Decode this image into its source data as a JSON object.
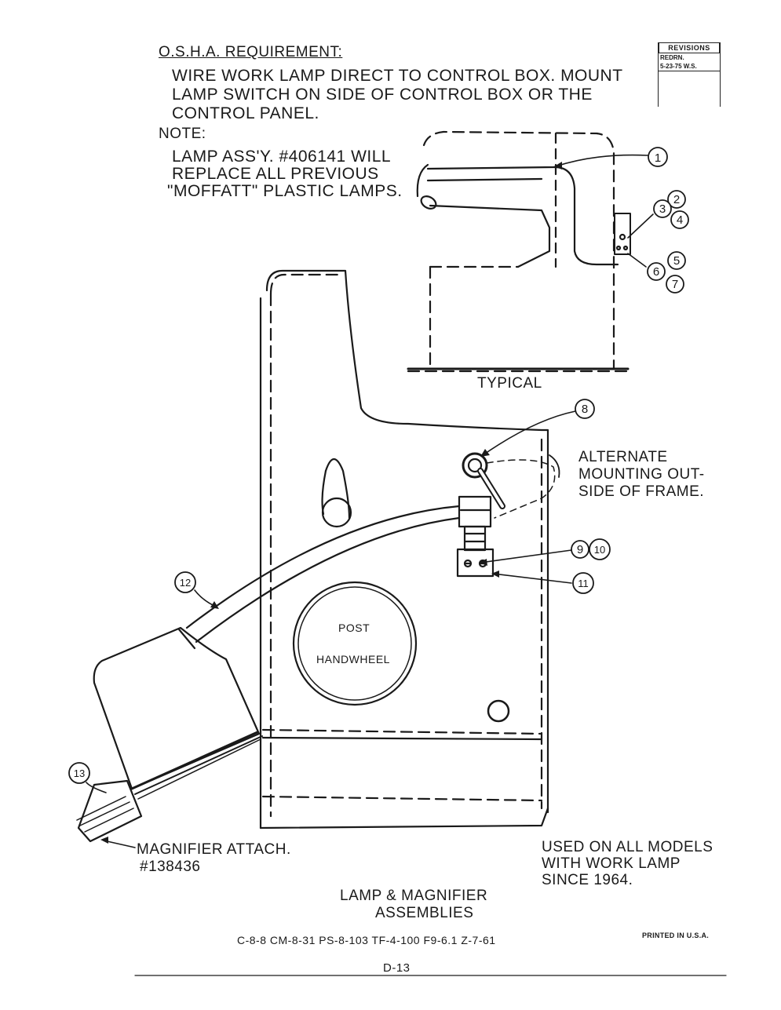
{
  "osha": {
    "heading": "O.S.H.A. REQUIREMENT:",
    "line1": "WIRE WORK LAMP DIRECT TO CONTROL BOX. MOUNT",
    "line2": "LAMP SWITCH ON SIDE OF CONTROL BOX OR THE",
    "line3": "CONTROL PANEL."
  },
  "note": {
    "heading": "NOTE:",
    "line1": "LAMP ASS'Y. #406141 WILL",
    "line2": "REPLACE ALL PREVIOUS",
    "line3": "\"MOFFATT\" PLASTIC LAMPS."
  },
  "revisions": {
    "header": "REVISIONS",
    "line1": "REDRN.",
    "line2": "5-23-75 W.S."
  },
  "labels": {
    "typical": "TYPICAL",
    "alternate1": "ALTERNATE",
    "alternate2": "MOUNTING OUT-",
    "alternate3": "SIDE OF FRAME.",
    "post": "POST",
    "handwheel": "HANDWHEEL",
    "magnifier1": "MAGNIFIER ATTACH.",
    "magnifier2": "#138436",
    "used1": "USED ON ALL MODELS",
    "used2": "WITH WORK LAMP",
    "used3": "SINCE 1964.",
    "title1": "LAMP & MAGNIFIER",
    "title2": "ASSEMBLIES",
    "refs": "C-8-8 CM-8-31 PS-8-103 TF-4-100 F9-6.1 Z-7-61",
    "printed": "PRINTED IN U.S.A.",
    "page": "D-13"
  },
  "callouts": [
    "1",
    "2",
    "3",
    "4",
    "5",
    "6",
    "7",
    "8",
    "9",
    "10",
    "11",
    "12",
    "13"
  ]
}
